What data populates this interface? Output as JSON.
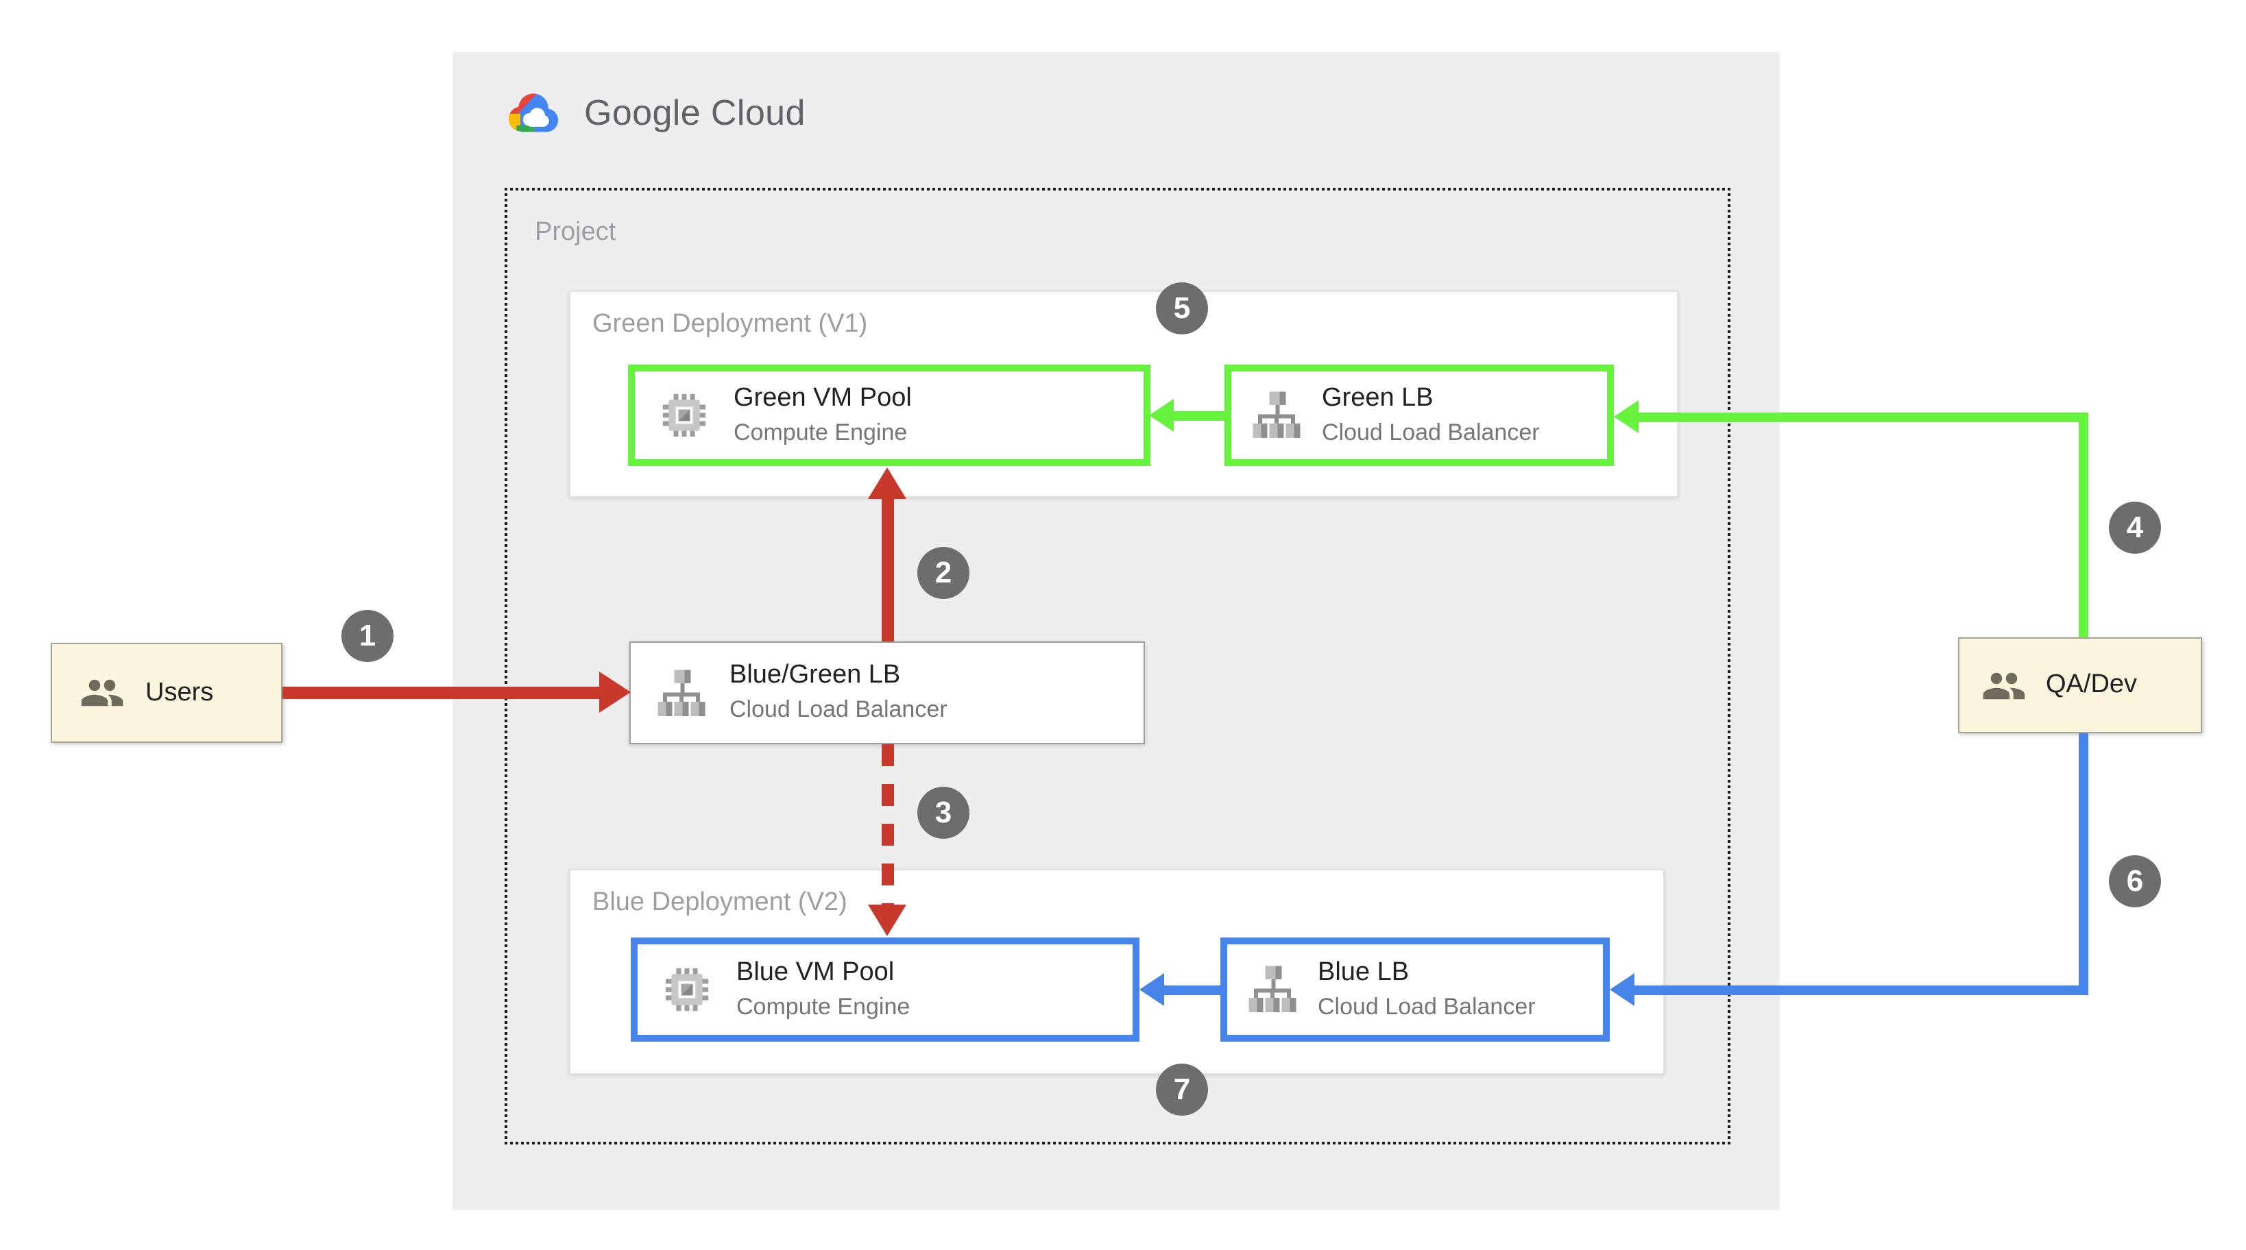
{
  "logo": {
    "text": "Google Cloud",
    "icon": "google-cloud-logo-icon"
  },
  "project": {
    "label": "Project"
  },
  "zones": {
    "green": {
      "label": "Green Deployment (V1)"
    },
    "blue": {
      "label": "Blue Deployment (V2)"
    }
  },
  "cards": {
    "green_vm": {
      "title": "Green VM Pool",
      "subtitle": "Compute Engine",
      "icon": "compute-engine-icon"
    },
    "green_lb": {
      "title": "Green LB",
      "subtitle": "Cloud Load Balancer",
      "icon": "load-balancer-icon"
    },
    "blue_vm": {
      "title": "Blue VM Pool",
      "subtitle": "Compute Engine",
      "icon": "compute-engine-icon"
    },
    "blue_lb": {
      "title": "Blue LB",
      "subtitle": "Cloud Load Balancer",
      "icon": "load-balancer-icon"
    },
    "router": {
      "title": "Blue/Green LB",
      "subtitle": "Cloud Load Balancer",
      "icon": "load-balancer-icon"
    },
    "users": {
      "label": "Users",
      "icon": "users-icon"
    },
    "qa": {
      "label": "QA/Dev",
      "icon": "users-icon"
    }
  },
  "badges": [
    "1",
    "2",
    "3",
    "4",
    "5",
    "6",
    "7"
  ],
  "colors": {
    "green": "#66f23d",
    "blue": "#4784ea",
    "red": "#c8392b",
    "badge_gray": "#6d6d6d",
    "actor_fill": "#fbf5de",
    "container_gray": "#eeeeee"
  }
}
